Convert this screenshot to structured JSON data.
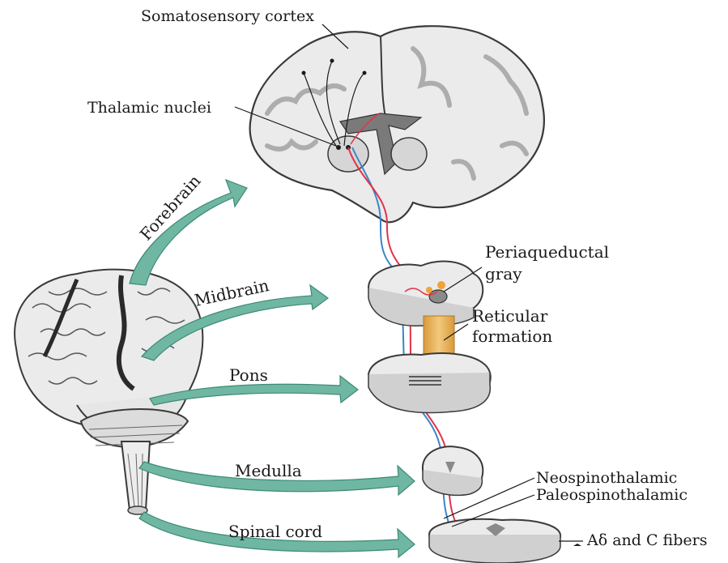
{
  "labels": {
    "somatosensory_cortex": "Somatosensory cortex",
    "thalamic_nuclei": "Thalamic nuclei",
    "forebrain": "Forebrain",
    "midbrain": "Midbrain",
    "pons": "Pons",
    "medulla": "Medulla",
    "spinal_cord": "Spinal cord",
    "periaqueductal_gray_line1": "Periaqueductal",
    "periaqueductal_gray_line2": "gray",
    "reticular_formation_line1": "Reticular",
    "reticular_formation_line2": "formation",
    "neospinothalamic": "Neospinothalamic",
    "paleospinothalamic": "Paleospinothalamic",
    "fibers": "Aδ and C fibers"
  },
  "colors": {
    "arrow_fill": "#6fb7a2",
    "arrow_stroke": "#3d8a74",
    "tract_red": "#e2334a",
    "tract_blue": "#3a86c8",
    "reticular": "#e8b560",
    "tissue": "#ededed",
    "tissue_dark": "#b9b9b9",
    "outline": "#3a3a3a"
  }
}
